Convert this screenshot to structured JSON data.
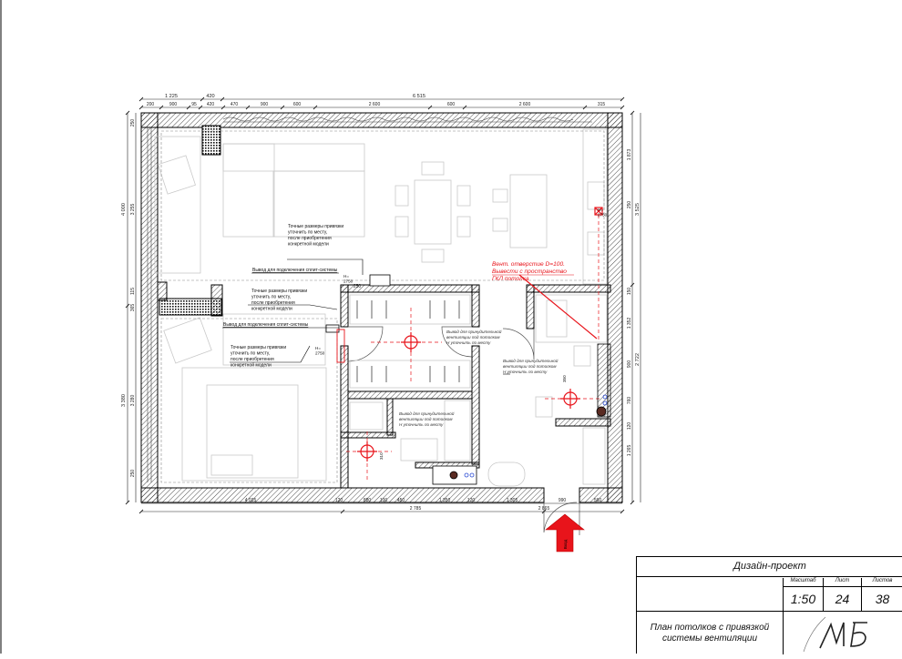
{
  "dims": {
    "top_row1": [
      "1 225",
      "420",
      "6 515"
    ],
    "top_row2": [
      "200",
      "900",
      "95",
      "420",
      "470",
      "900",
      "600",
      "2 600",
      "600",
      "2 600",
      "315"
    ],
    "top_250": "250",
    "left_row1": [
      "4 000",
      "3 380"
    ],
    "left_row2": [
      "250",
      "3 255",
      "115",
      "365",
      "3 280",
      "250"
    ],
    "right_row1": [
      "3 525",
      "2 722"
    ],
    "right_row2": [
      "1 873",
      "250",
      "150",
      "1 352",
      "900",
      "760",
      "120",
      "1 265"
    ],
    "bottom_row1": [
      "4 035",
      "120",
      "880",
      "100",
      "450",
      "1 350",
      "120",
      "1 305",
      "990",
      "560"
    ],
    "bottom_row2": [
      "2 785",
      "2 865"
    ]
  },
  "labels": {
    "note_exact_1": [
      "Точные размеры привязки",
      "уточнить по месту,",
      "после приобретения",
      "конкретной модели"
    ],
    "note_exact_2": [
      "Точные размеры привязки",
      "уточнить по месту,",
      "после приобретения",
      "конкретной модели"
    ],
    "note_exact_3": [
      "Точные размеры привязки",
      "уточнить по месту,",
      "после приобретения",
      "конкретной модели"
    ],
    "split_1": "Вывод для подключения сплит-системы",
    "split_2": "Вывод для подключения сплит-системы",
    "vent_red": [
      "Вент. отверстие D=100.",
      "Вывести с пространство",
      "ГКЛ потолка"
    ],
    "forced_1": [
      "Вывод для принудительной",
      "вентиляции под потолком",
      "Н уточнить по месту"
    ],
    "forced_2": [
      "Вывод для принудительной",
      "вентиляции под потолком",
      "Н уточнить по месту"
    ],
    "forced_3": [
      "Вывод для принудительной",
      "вентиляции под потолком",
      "Н уточнить по месту"
    ],
    "h_tag_1": [
      "Н=",
      "2750"
    ],
    "h_tag_2": [
      "Н=",
      "2750"
    ],
    "h_tag_3": [
      "Н=",
      "2750"
    ],
    "dim_350": "350",
    "dim_310": "310",
    "entry_arrow": "Вход"
  },
  "stamp": {
    "project": "Дизайн-проект",
    "scale_label": "Масштаб",
    "sheet_label": "Лист",
    "sheets_label": "Листов",
    "scale": "1:50",
    "sheet": "24",
    "sheets": "38",
    "title": [
      "План потолков с привязкой",
      "системы вентиляции"
    ],
    "logo": "МБ"
  },
  "colors": {
    "wall": "#000000",
    "accent": "#e8141b",
    "furniture": "#c9c9c9",
    "dim": "#222222"
  }
}
